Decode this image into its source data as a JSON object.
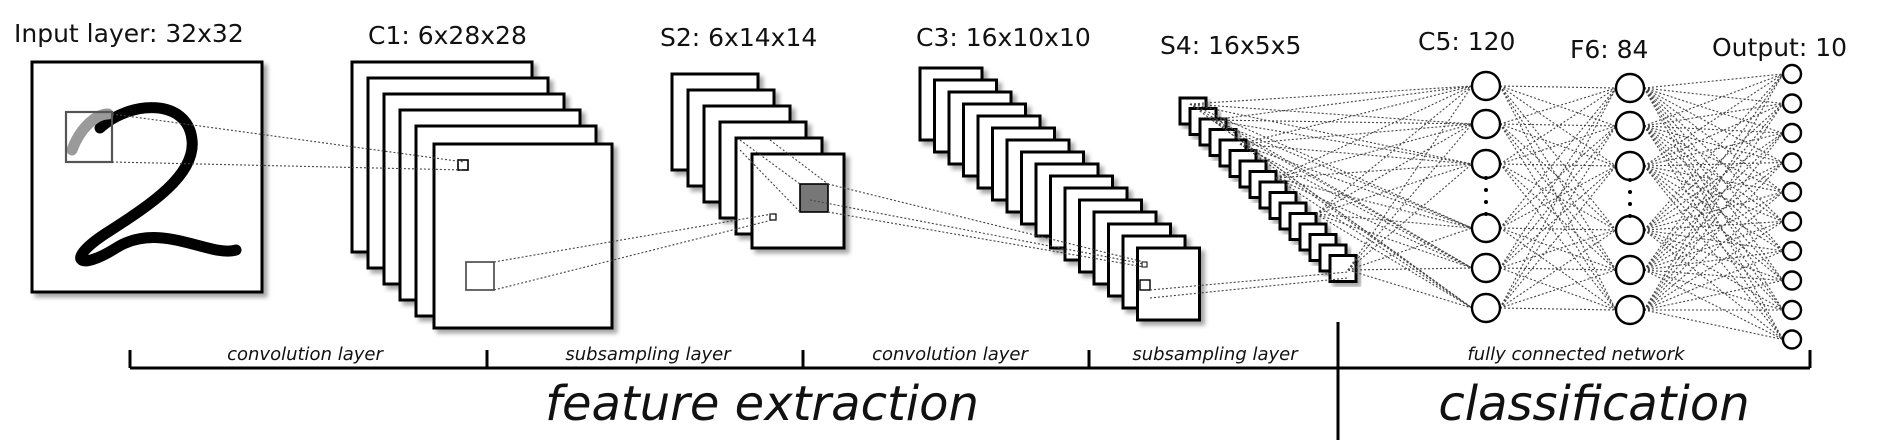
{
  "layers": {
    "input": "Input layer: 32x32",
    "c1": "C1: 6x28x28",
    "s2": "S2: 6x14x14",
    "c3": "C3: 16x10x10",
    "s4": "S4: 16x5x5",
    "c5": "C5: 120",
    "f6": "F6: 84",
    "output": "Output: 10"
  },
  "sections": {
    "convolution_1": "convolution layer",
    "subsampling_1": "subsampling layer",
    "convolution_2": "convolution layer",
    "subsampling_2": "subsampling layer",
    "fully_connected": "fully connected network"
  },
  "groups": {
    "feature_extraction": "feature extraction",
    "classification": "classification"
  },
  "colors": {
    "ink": "#000000",
    "stroke_gray": "#9a9a9a",
    "pooled_fill": "#777777"
  }
}
